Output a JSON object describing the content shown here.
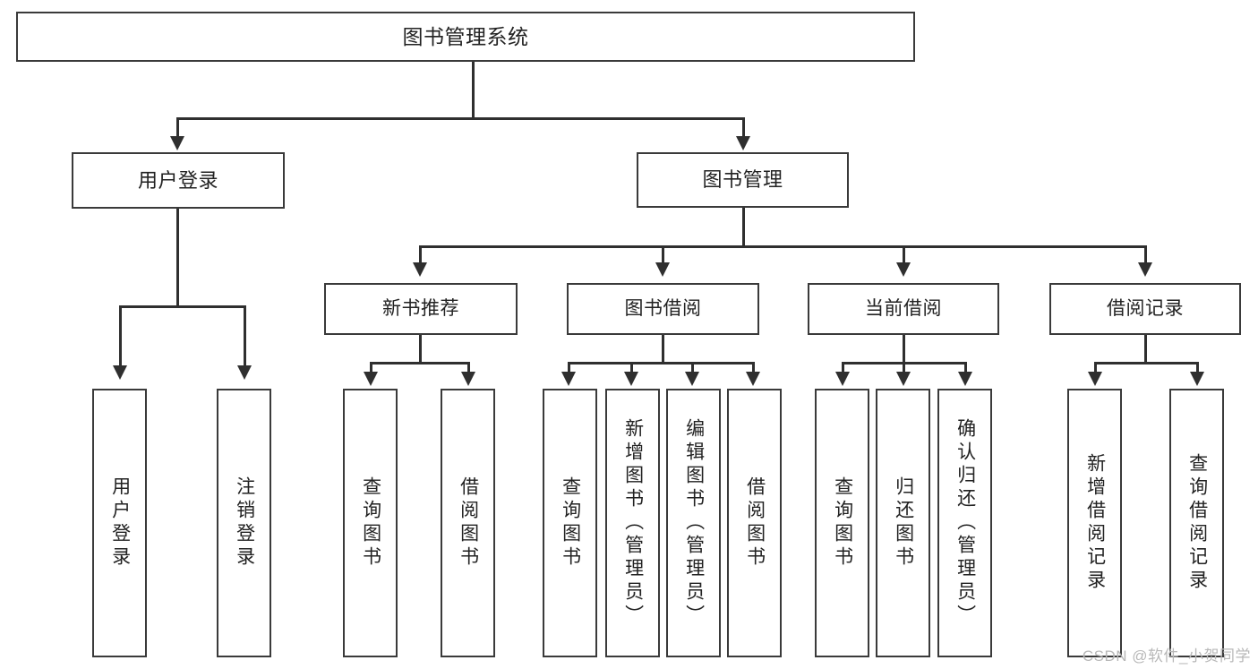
{
  "diagram": {
    "title": "图书管理系统",
    "watermark": "CSDN @软件_小贺同学",
    "root": {
      "label": "图书管理系统"
    },
    "level2": [
      {
        "label": "用户登录"
      },
      {
        "label": "图书管理"
      }
    ],
    "level3": [
      {
        "label": "新书推荐"
      },
      {
        "label": "图书借阅"
      },
      {
        "label": "当前借阅"
      },
      {
        "label": "借阅记录"
      }
    ],
    "leaves": {
      "user_login": [
        {
          "label": "用户登录"
        },
        {
          "label": "注销登录"
        }
      ],
      "new_book_recommend": [
        {
          "label": "查询图书"
        },
        {
          "label": "借阅图书"
        }
      ],
      "book_borrow": [
        {
          "label": "查询图书"
        },
        {
          "label": "新增图书（管理员）"
        },
        {
          "label": "编辑图书（管理员）"
        },
        {
          "label": "借阅图书"
        }
      ],
      "current_borrow": [
        {
          "label": "查询图书"
        },
        {
          "label": "归还图书"
        },
        {
          "label": "确认归还（管理员）"
        }
      ],
      "borrow_record": [
        {
          "label": "新增借阅记录"
        },
        {
          "label": "查询借阅记录"
        }
      ]
    },
    "colors": {
      "stroke": "#2f2f2f",
      "box_border": "#3a3a3a",
      "text": "#222222",
      "background": "#ffffff",
      "watermark": "#b8b8b8"
    }
  }
}
